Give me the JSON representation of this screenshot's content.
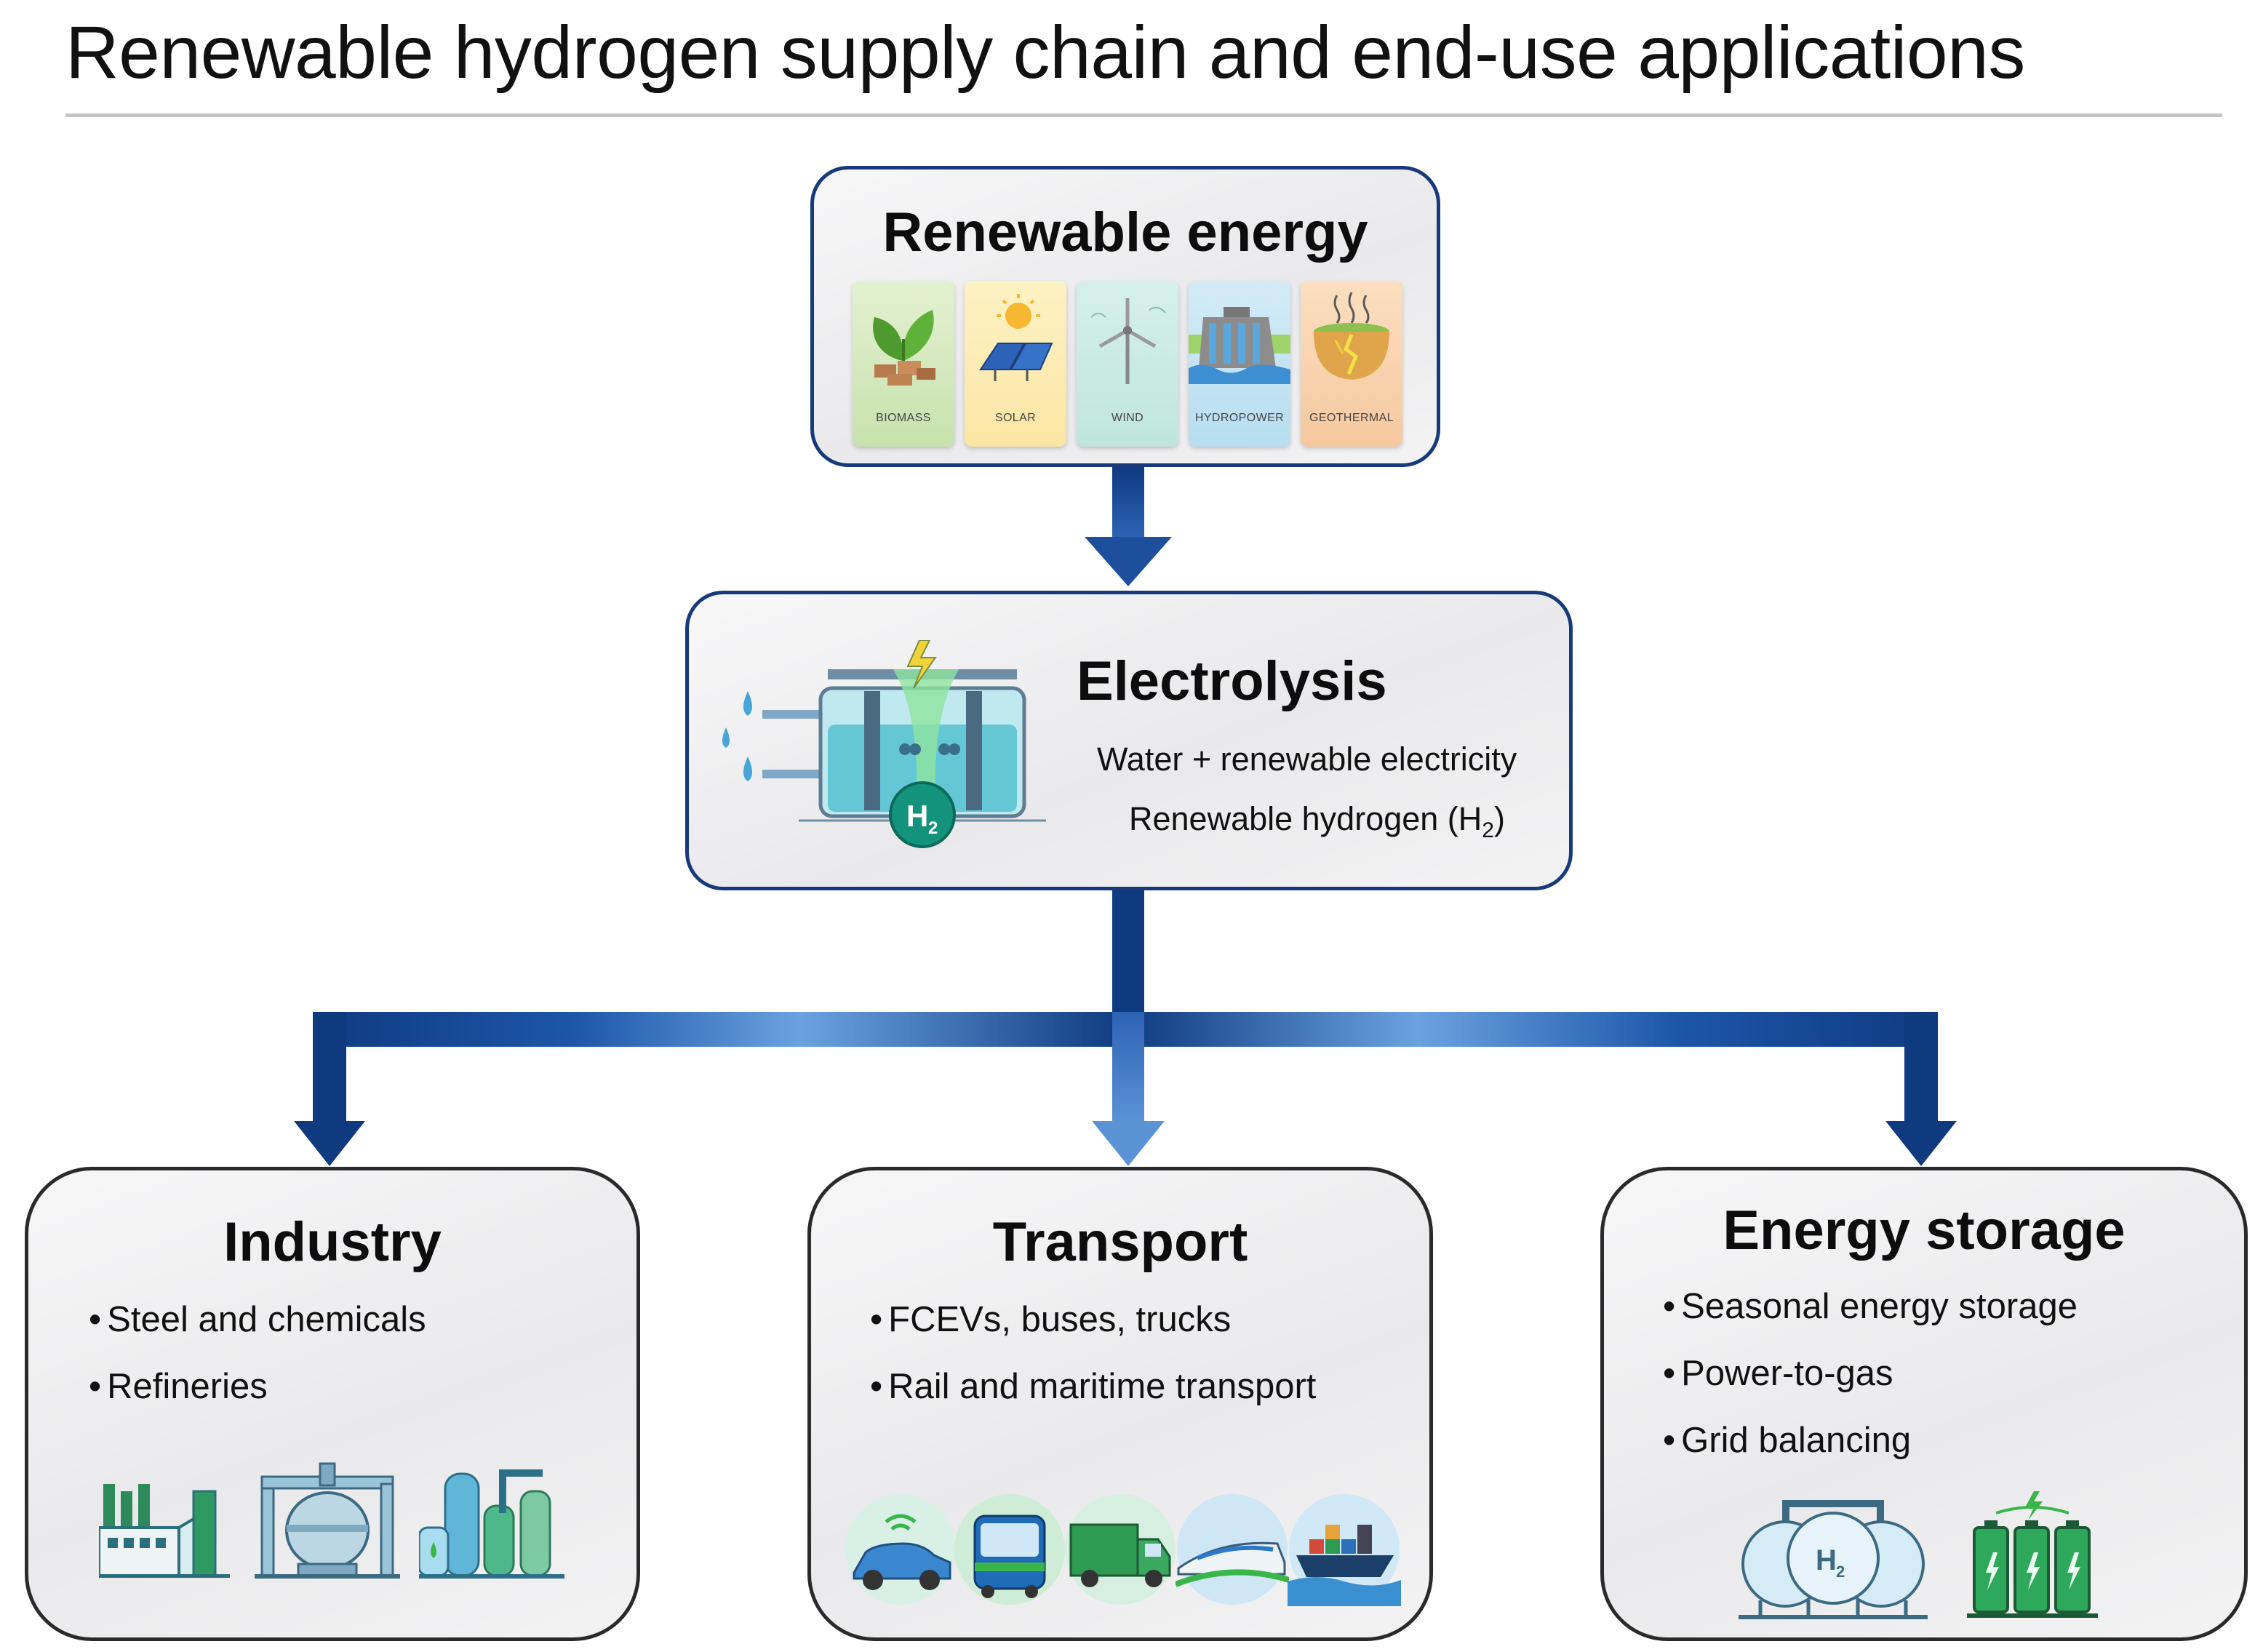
{
  "title": "Renewable hydrogen supply chain and end-use applications",
  "renewable": {
    "title": "Renewable energy",
    "sources": [
      "BIOMASS",
      "SOLAR",
      "WIND",
      "HYDROPOWER",
      "GEOTHERMAL"
    ]
  },
  "electrolysis": {
    "title": "Electrolysis",
    "line1": "Water + renewable electricity",
    "line2_prefix": "Renewable hydrogen (H",
    "line2_sub": "2",
    "line2_suffix": ")",
    "badge_main": "H",
    "badge_sub": "2"
  },
  "industry": {
    "title": "Industry",
    "bullets": [
      "Steel and chemicals",
      "Refineries"
    ]
  },
  "transport": {
    "title": "Transport",
    "bullets": [
      "FCEVs, buses, trucks",
      "Rail and maritime transport"
    ]
  },
  "storage": {
    "title": "Energy storage",
    "bullets": [
      "Seasonal energy storage",
      "Power-to-gas",
      "Grid balancing"
    ],
    "tank_label": "H",
    "tank_label_sub": "2"
  },
  "colors": {
    "arrow_dark": "#0f3a80",
    "arrow_light": "#5a92d6",
    "box_border_blue": "#173a7a",
    "box_border_dark": "#2a2a2a"
  }
}
